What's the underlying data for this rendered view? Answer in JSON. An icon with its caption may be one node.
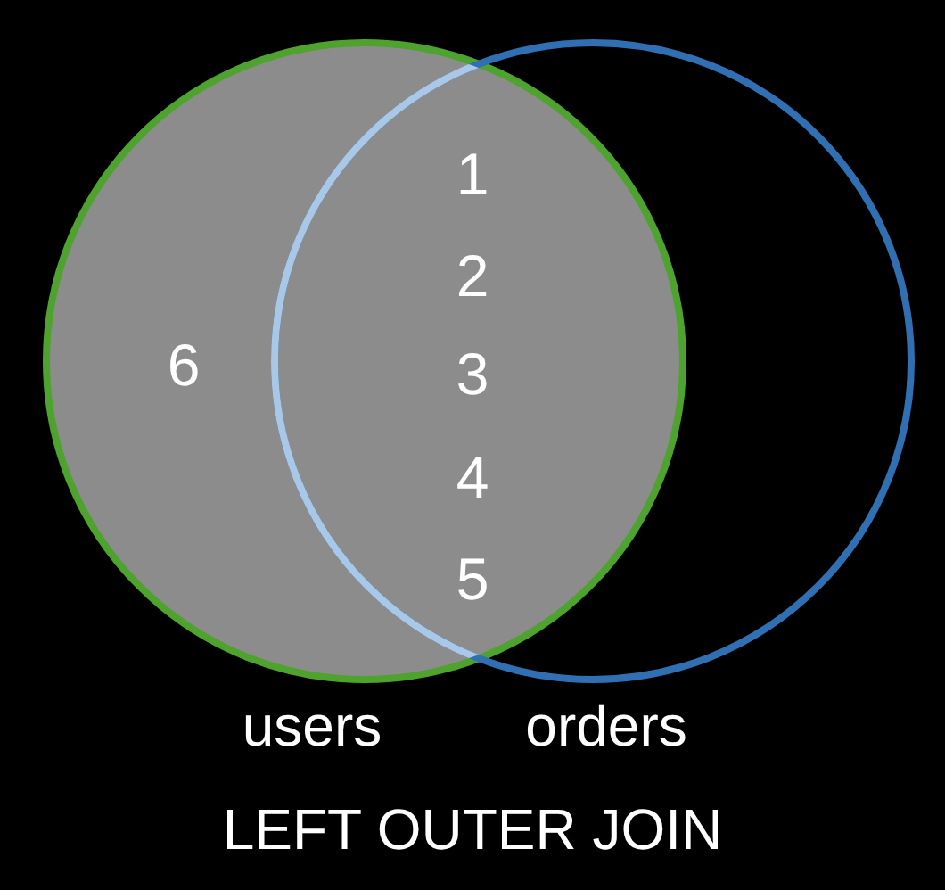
{
  "diagram": {
    "caption": "LEFT OUTER JOIN",
    "nodes": [
      {
        "text": [
          "users"
        ]
      },
      {
        "text": [
          "orders"
        ]
      }
    ],
    "edges": [],
    "labels": [
      "1",
      "2",
      "6",
      "3",
      "4",
      "5"
    ]
  }
}
